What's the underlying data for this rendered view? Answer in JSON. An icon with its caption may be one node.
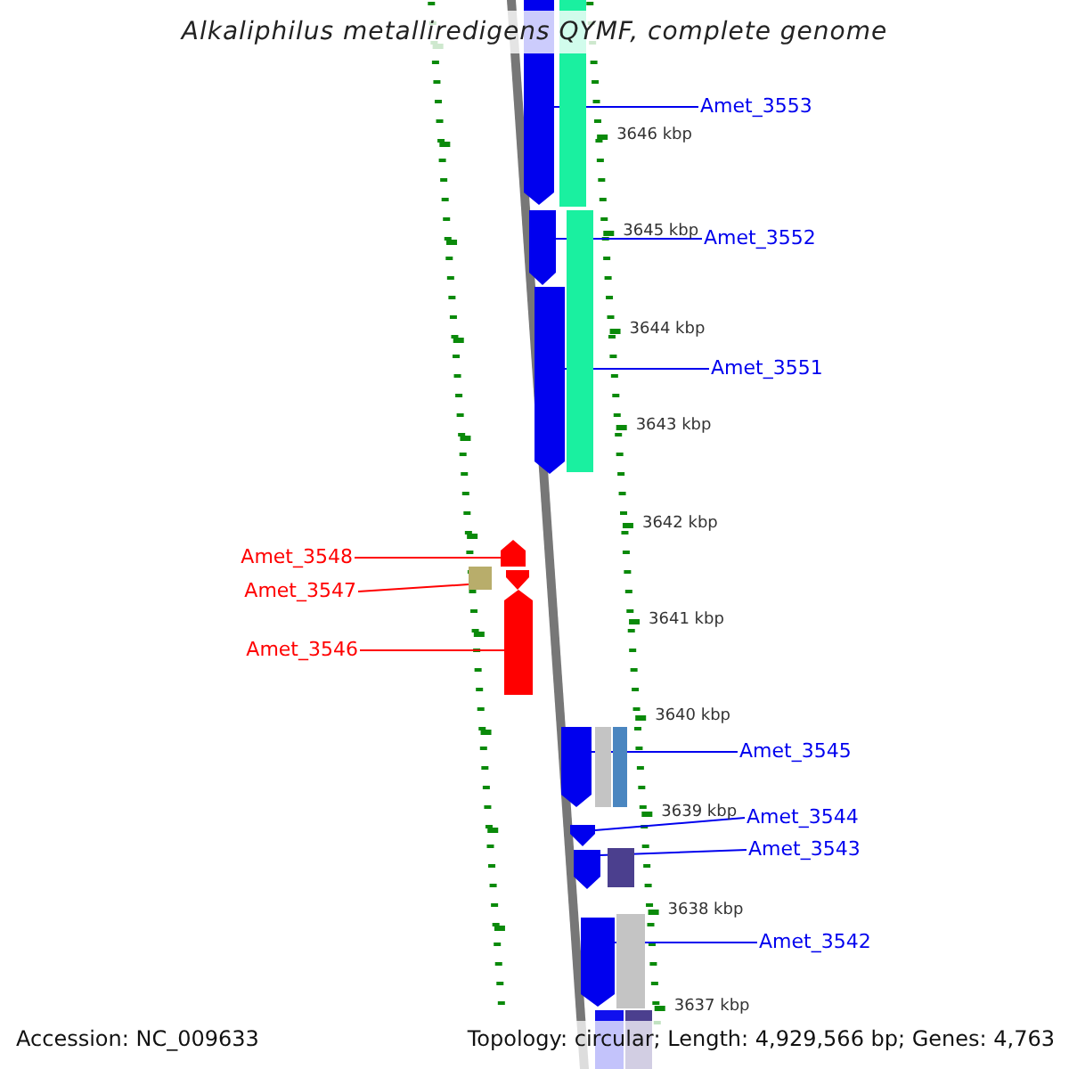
{
  "diagram": {
    "title": "Alkaliphilus metalliredigens QYMF, complete genome",
    "nodes": [
      {
        "text": [
          "Amet_3553"
        ]
      },
      {
        "text": [],
        "shape": "arrow"
      },
      {
        "text": [
          "Amet_3552"
        ]
      },
      {
        "text": [],
        "shape": "arrow"
      },
      {
        "text": [
          "Amet_3551"
        ]
      },
      {
        "text": [],
        "shape": "arrow"
      },
      {
        "text": [
          "Amet_3548"
        ]
      },
      {
        "text": [],
        "shape": "arrow"
      },
      {
        "text": [
          "Amet_3547"
        ]
      },
      {
        "text": [],
        "shape": "box"
      },
      {
        "text": [
          "Amet_3546"
        ]
      },
      {
        "text": [],
        "shape": "arrow"
      },
      {
        "text": [
          "Amet_3545"
        ]
      },
      {
        "text": [],
        "shape": "arrow"
      },
      {
        "text": [
          "Amet_3544"
        ]
      },
      {
        "text": [],
        "shape": "arrow"
      },
      {
        "text": [
          "Amet_3543"
        ]
      },
      {
        "text": [],
        "shape": "arrow"
      },
      {
        "text": [
          "Amet_3542"
        ]
      },
      {
        "text": [],
        "shape": "arrow"
      },
      {
        "text": [],
        "shape": "bar"
      },
      {
        "text": [],
        "shape": "bar"
      },
      {
        "text": [],
        "shape": "arrow"
      },
      {
        "text": [],
        "shape": "bar"
      },
      {
        "text": [],
        "shape": "bar"
      },
      {
        "text": [],
        "shape": "bar"
      },
      {
        "text": [],
        "shape": "bar"
      },
      {
        "text": [],
        "shape": "bar"
      },
      {
        "text": [],
        "shape": "bar"
      }
    ],
    "edges": [
      {
        "from": 0,
        "to": 1,
        "arrow": "none"
      },
      {
        "from": 2,
        "to": 3,
        "arrow": "none"
      },
      {
        "from": 4,
        "to": 5,
        "arrow": "none"
      },
      {
        "from": 6,
        "to": 7,
        "arrow": "none",
        "color": "#ff0000"
      },
      {
        "from": 8,
        "to": 9,
        "arrow": "none",
        "color": "#ff0000"
      },
      {
        "from": 10,
        "to": 11,
        "arrow": "none",
        "color": "#ff0000"
      },
      {
        "from": 12,
        "to": 13,
        "arrow": "none"
      },
      {
        "from": 14,
        "to": 15,
        "arrow": "none"
      },
      {
        "from": 16,
        "to": 17,
        "arrow": "none"
      },
      {
        "from": 18,
        "to": 19,
        "arrow": "none"
      }
    ],
    "labels": [
      "3646 kbp",
      "3645 kbp",
      "3644 kbp",
      "3643 kbp",
      "3642 kbp",
      "3641 kbp",
      "3640 kbp",
      "3639 kbp",
      "3638 kbp",
      "3637 kbp",
      "Accession: NC_009633",
      "Topology: circular; Length: 4,929,566 bp; Genes: 4,763"
    ]
  }
}
